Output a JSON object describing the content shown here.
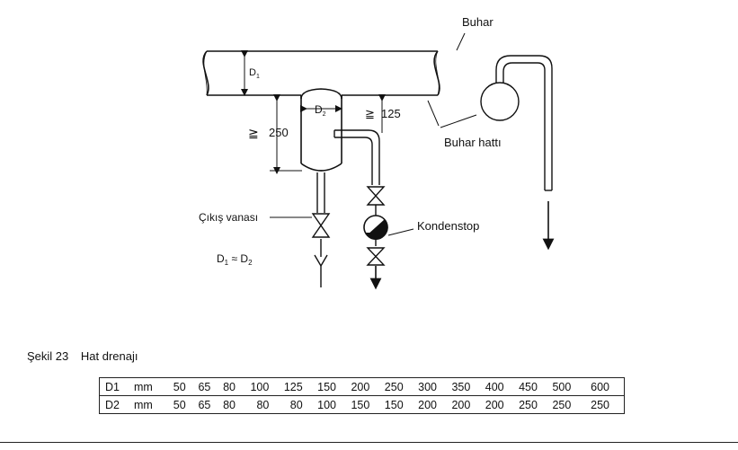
{
  "labels": {
    "steam": "Buhar",
    "steam_line": "Buhar hattı",
    "outlet_valve": "Çıkış vanası",
    "trap": "Kondenstop",
    "d1": "D",
    "d1_sub": "1",
    "d2": "D",
    "d2_sub": "2",
    "dim_250": "250",
    "dim_125": "125",
    "ge": "≧",
    "eq_d1": "D",
    "eq_d1_sub": "1",
    "eq_approx": " ≈ ",
    "eq_d2": "D",
    "eq_d2_sub": "2"
  },
  "caption": {
    "number": "Şekil 23",
    "title": "Hat drenajı"
  },
  "table": {
    "rows": [
      {
        "label": "D1",
        "unit": "mm",
        "values": [
          "50",
          "65",
          "80",
          "100",
          "125",
          "150",
          "200",
          "250",
          "300",
          "350",
          "400",
          "450",
          "500",
          "600"
        ]
      },
      {
        "label": "D2",
        "unit": "mm",
        "values": [
          "50",
          "65",
          "80",
          "80",
          "80",
          "100",
          "150",
          "150",
          "200",
          "200",
          "200",
          "250",
          "250",
          "250"
        ]
      }
    ]
  }
}
